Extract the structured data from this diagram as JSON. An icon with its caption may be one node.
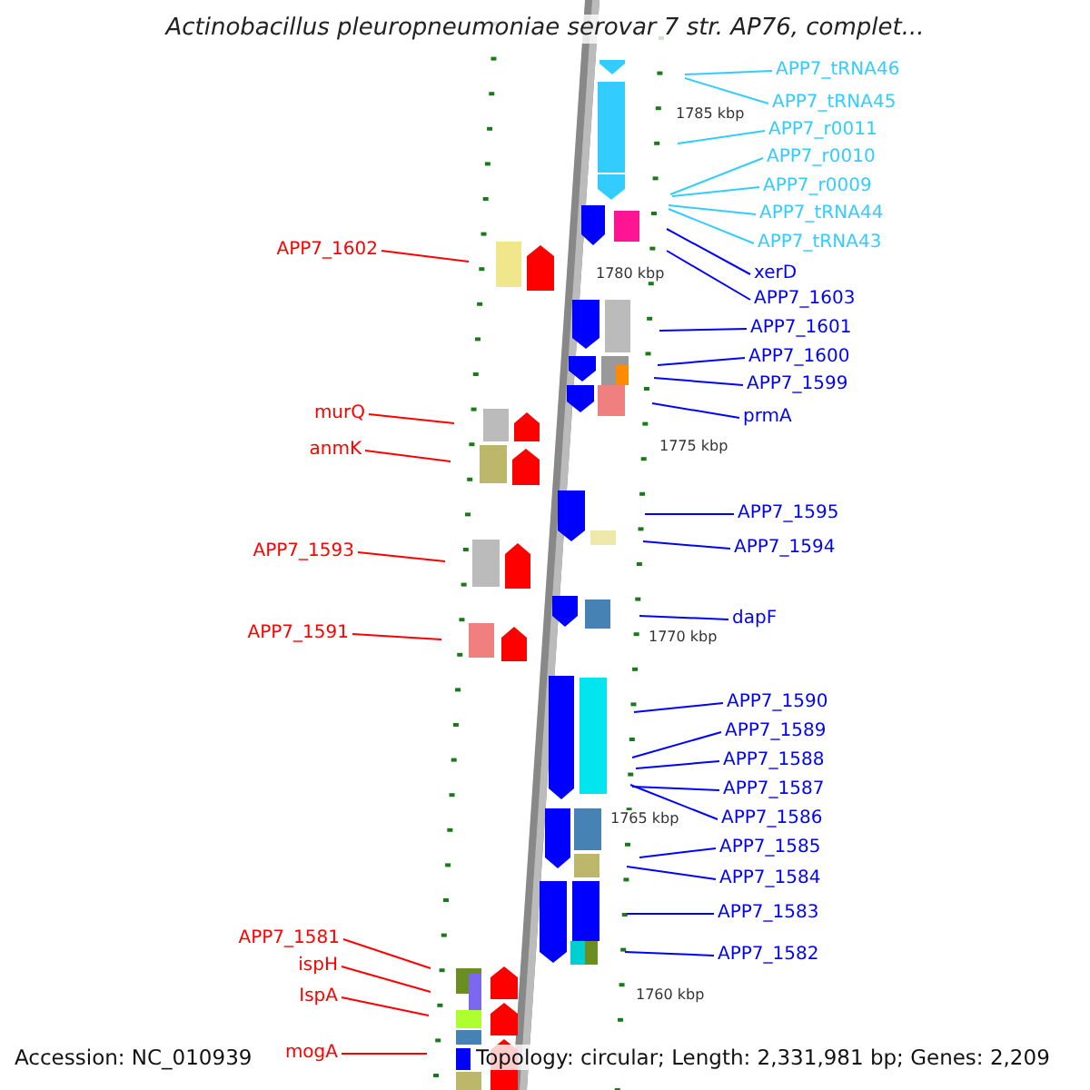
{
  "diagram": {
    "title": "Actinobacillus pleuropneumoniae serovar 7 str. AP76, complet...",
    "nodes": [
      {
        "text": [
          "APP7_tRNA46"
        ]
      },
      {
        "text": [
          "APP7_tRNA45"
        ]
      },
      {
        "text": [
          "APP7_r0011"
        ]
      },
      {
        "text": [
          "APP7_r0010"
        ]
      },
      {
        "text": [
          "APP7_r0009"
        ]
      },
      {
        "text": [
          "APP7_tRNA44"
        ]
      },
      {
        "text": [
          "APP7_tRNA43"
        ]
      },
      {
        "text": [
          "APP7_1602"
        ]
      },
      {
        "text": [
          "xerD"
        ]
      },
      {
        "text": [
          "APP7_1603"
        ]
      },
      {
        "text": [
          "APP7_1601"
        ]
      },
      {
        "text": [
          "APP7_1600"
        ]
      },
      {
        "text": [
          "APP7_1599"
        ]
      },
      {
        "text": [
          "murQ"
        ]
      },
      {
        "text": [
          "prmA"
        ]
      },
      {
        "text": [
          "anmK"
        ]
      },
      {
        "text": [
          "APP7_1595"
        ]
      },
      {
        "text": [
          "APP7_1594"
        ]
      },
      {
        "text": [
          "APP7_1593"
        ]
      },
      {
        "text": [
          "dapF"
        ]
      },
      {
        "text": [
          "APP7_1591"
        ]
      },
      {
        "text": [
          "APP7_1590"
        ]
      },
      {
        "text": [
          "APP7_1589"
        ]
      },
      {
        "text": [
          "APP7_1588"
        ]
      },
      {
        "text": [
          "APP7_1587"
        ]
      },
      {
        "text": [
          "APP7_1586"
        ]
      },
      {
        "text": [
          "APP7_1585"
        ]
      },
      {
        "text": [
          "APP7_1584"
        ]
      },
      {
        "text": [
          "APP7_1583"
        ]
      },
      {
        "text": [
          "APP7_1581"
        ]
      },
      {
        "text": [
          "APP7_1582"
        ]
      },
      {
        "text": [
          "ispH"
        ]
      },
      {
        "text": [
          "IspA"
        ]
      },
      {
        "text": [
          "mogA"
        ]
      }
    ],
    "edges": [
      {
        "from": 0,
        "to": null,
        "arrow": "none",
        "color": "#33ccff"
      },
      {
        "from": 1,
        "to": null,
        "arrow": "none",
        "color": "#33ccff"
      },
      {
        "from": 2,
        "to": null,
        "arrow": "none",
        "color": "#33ccff"
      },
      {
        "from": 3,
        "to": null,
        "arrow": "none",
        "color": "#33ccff"
      },
      {
        "from": 4,
        "to": null,
        "arrow": "none",
        "color": "#33ccff"
      },
      {
        "from": 5,
        "to": null,
        "arrow": "none",
        "color": "#33ccff"
      },
      {
        "from": 6,
        "to": null,
        "arrow": "none",
        "color": "#33ccff"
      },
      {
        "from": 7,
        "to": null,
        "arrow": "none",
        "color": "#ff0000"
      },
      {
        "from": 8,
        "to": null,
        "arrow": "none"
      },
      {
        "from": 9,
        "to": null,
        "arrow": "none"
      },
      {
        "from": 10,
        "to": null,
        "arrow": "none"
      },
      {
        "from": 11,
        "to": null,
        "arrow": "none"
      },
      {
        "from": 12,
        "to": null,
        "arrow": "none"
      },
      {
        "from": 13,
        "to": null,
        "arrow": "none",
        "color": "#ff0000"
      },
      {
        "from": 14,
        "to": null,
        "arrow": "none"
      },
      {
        "from": 15,
        "to": null,
        "arrow": "none",
        "color": "#ff0000"
      },
      {
        "from": 16,
        "to": null,
        "arrow": "none"
      },
      {
        "from": 17,
        "to": null,
        "arrow": "none"
      },
      {
        "from": 18,
        "to": null,
        "arrow": "none",
        "color": "#ff0000"
      },
      {
        "from": 19,
        "to": null,
        "arrow": "none"
      },
      {
        "from": 20,
        "to": null,
        "arrow": "none",
        "color": "#ff0000"
      },
      {
        "from": 21,
        "to": null,
        "arrow": "none"
      },
      {
        "from": 22,
        "to": null,
        "arrow": "none"
      },
      {
        "from": 23,
        "to": null,
        "arrow": "none"
      },
      {
        "from": 24,
        "to": null,
        "arrow": "none"
      },
      {
        "from": 25,
        "to": null,
        "arrow": "none"
      },
      {
        "from": 26,
        "to": null,
        "arrow": "none"
      },
      {
        "from": 27,
        "to": null,
        "arrow": "none"
      },
      {
        "from": 28,
        "to": null,
        "arrow": "none"
      },
      {
        "from": 29,
        "to": null,
        "arrow": "none",
        "color": "#ff0000"
      },
      {
        "from": 30,
        "to": null,
        "arrow": "none"
      },
      {
        "from": 31,
        "to": null,
        "arrow": "none",
        "color": "#ff0000"
      },
      {
        "from": 32,
        "to": null,
        "arrow": "none",
        "color": "#ff0000"
      },
      {
        "from": 33,
        "to": null,
        "arrow": "none",
        "color": "#ff0000"
      }
    ],
    "labels": [
      "1785 kbp",
      "1780 kbp",
      "1775 kbp",
      "1770 kbp",
      "1765 kbp",
      "1760 kbp",
      "Accession: NC_010939",
      "Topology: circular; Length: 2,331,981 bp; Genes: 2,209"
    ]
  }
}
